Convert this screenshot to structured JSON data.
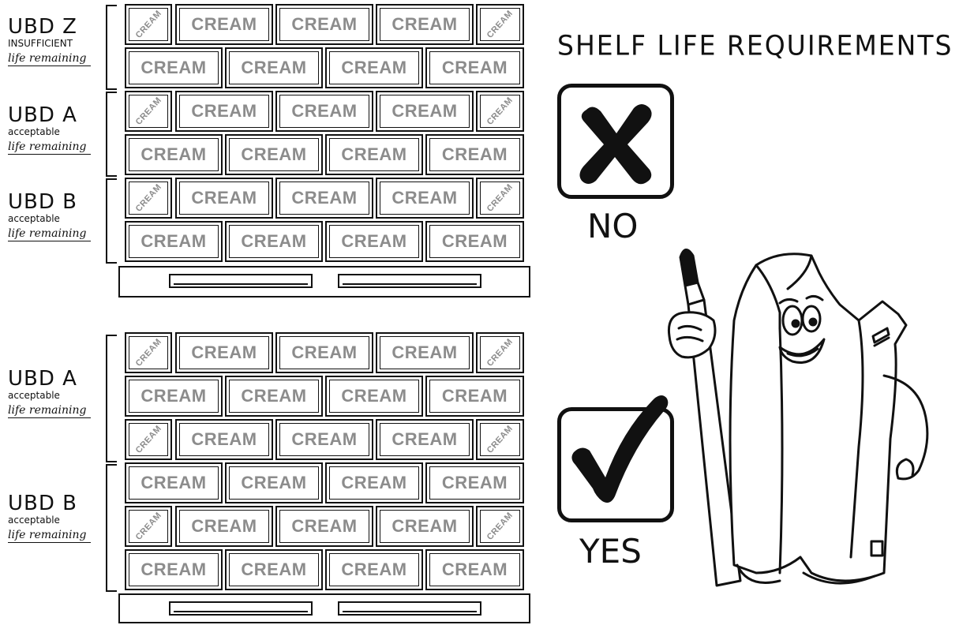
{
  "title": "SHELF LIFE REQUIREMENTS",
  "box_label": "CREAM",
  "pallets": [
    {
      "zones": [
        {
          "code": "UBD Z",
          "qualifier": "INSUFFICIENT",
          "remaining": "life remaining"
        },
        {
          "code": "UBD A",
          "qualifier": "acceptable",
          "remaining": "life remaining"
        },
        {
          "code": "UBD B",
          "qualifier": "acceptable",
          "remaining": "life remaining"
        }
      ]
    },
    {
      "zones": [
        {
          "code": "UBD A",
          "qualifier": "acceptable",
          "remaining": "life remaining"
        },
        {
          "code": "UBD B",
          "qualifier": "acceptable",
          "remaining": "life remaining"
        }
      ]
    }
  ],
  "verdicts": {
    "no": {
      "label": "NO",
      "icon": "x-mark-icon"
    },
    "yes": {
      "label": "YES",
      "icon": "check-mark-icon"
    }
  },
  "mascot": {
    "icon": "carton-mascot-with-marker-icon"
  }
}
